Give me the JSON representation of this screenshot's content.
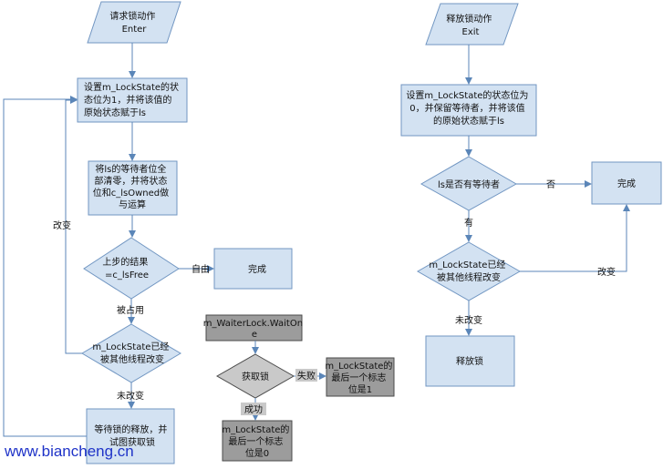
{
  "colors": {
    "blue_fill": "#d3e2f2",
    "blue_stroke": "#7196c2",
    "gray_fill": "#9c9c9c",
    "light_gray_fill": "#c9c9c9",
    "gray_stroke": "#4a4a4a",
    "arrow": "#5b86b8",
    "watermark": "#1f33c8"
  },
  "left_flow": {
    "request_io": [
      "请求锁动作",
      "Enter"
    ],
    "set_state": [
      "设置m_LockState的状",
      "态位为1，并将该值的",
      "原始状态赋于ls"
    ],
    "clear_waiters": [
      "将ls的等待者位全",
      "部清零，并将状态",
      "位和c_lsOwned做",
      "与运算"
    ],
    "check_free": [
      "上步的结果",
      "=c_lsFree"
    ],
    "done": "完成",
    "changed_check": [
      "m_LockState已经",
      "被其他线程改变"
    ],
    "wait_release": [
      "等待锁的释放，并",
      "试图获取锁"
    ],
    "label_free": "自由",
    "label_occupied": "被占用",
    "label_unchanged": "未改变",
    "label_changed": "改变"
  },
  "middle_flow": {
    "waiter": [
      "m_WaiterLock.WaitOn",
      "e"
    ],
    "acquire": "获取锁",
    "fail_state": [
      "m_LockState的",
      "最后一个标志",
      "位是1"
    ],
    "success_state": [
      "m_LockState的",
      "最后一个标志",
      "位是0"
    ],
    "label_fail": "失败",
    "label_success": "成功"
  },
  "right_flow": {
    "release_io": [
      "释放锁动作",
      "Exit"
    ],
    "set_state": [
      "设置m_LockState的状态位为",
      "0，并保留等待者，并将该值",
      "的原始状态赋于ls"
    ],
    "has_waiters": "ls是否有等待者",
    "done": "完成",
    "changed_check": [
      "m_LockState已经",
      "被其他线程改变"
    ],
    "release": "释放锁",
    "label_no": "否",
    "label_yes": "有",
    "label_changed": "改变",
    "label_unchanged": "未改变"
  },
  "watermark": "www.biancheng.cn"
}
